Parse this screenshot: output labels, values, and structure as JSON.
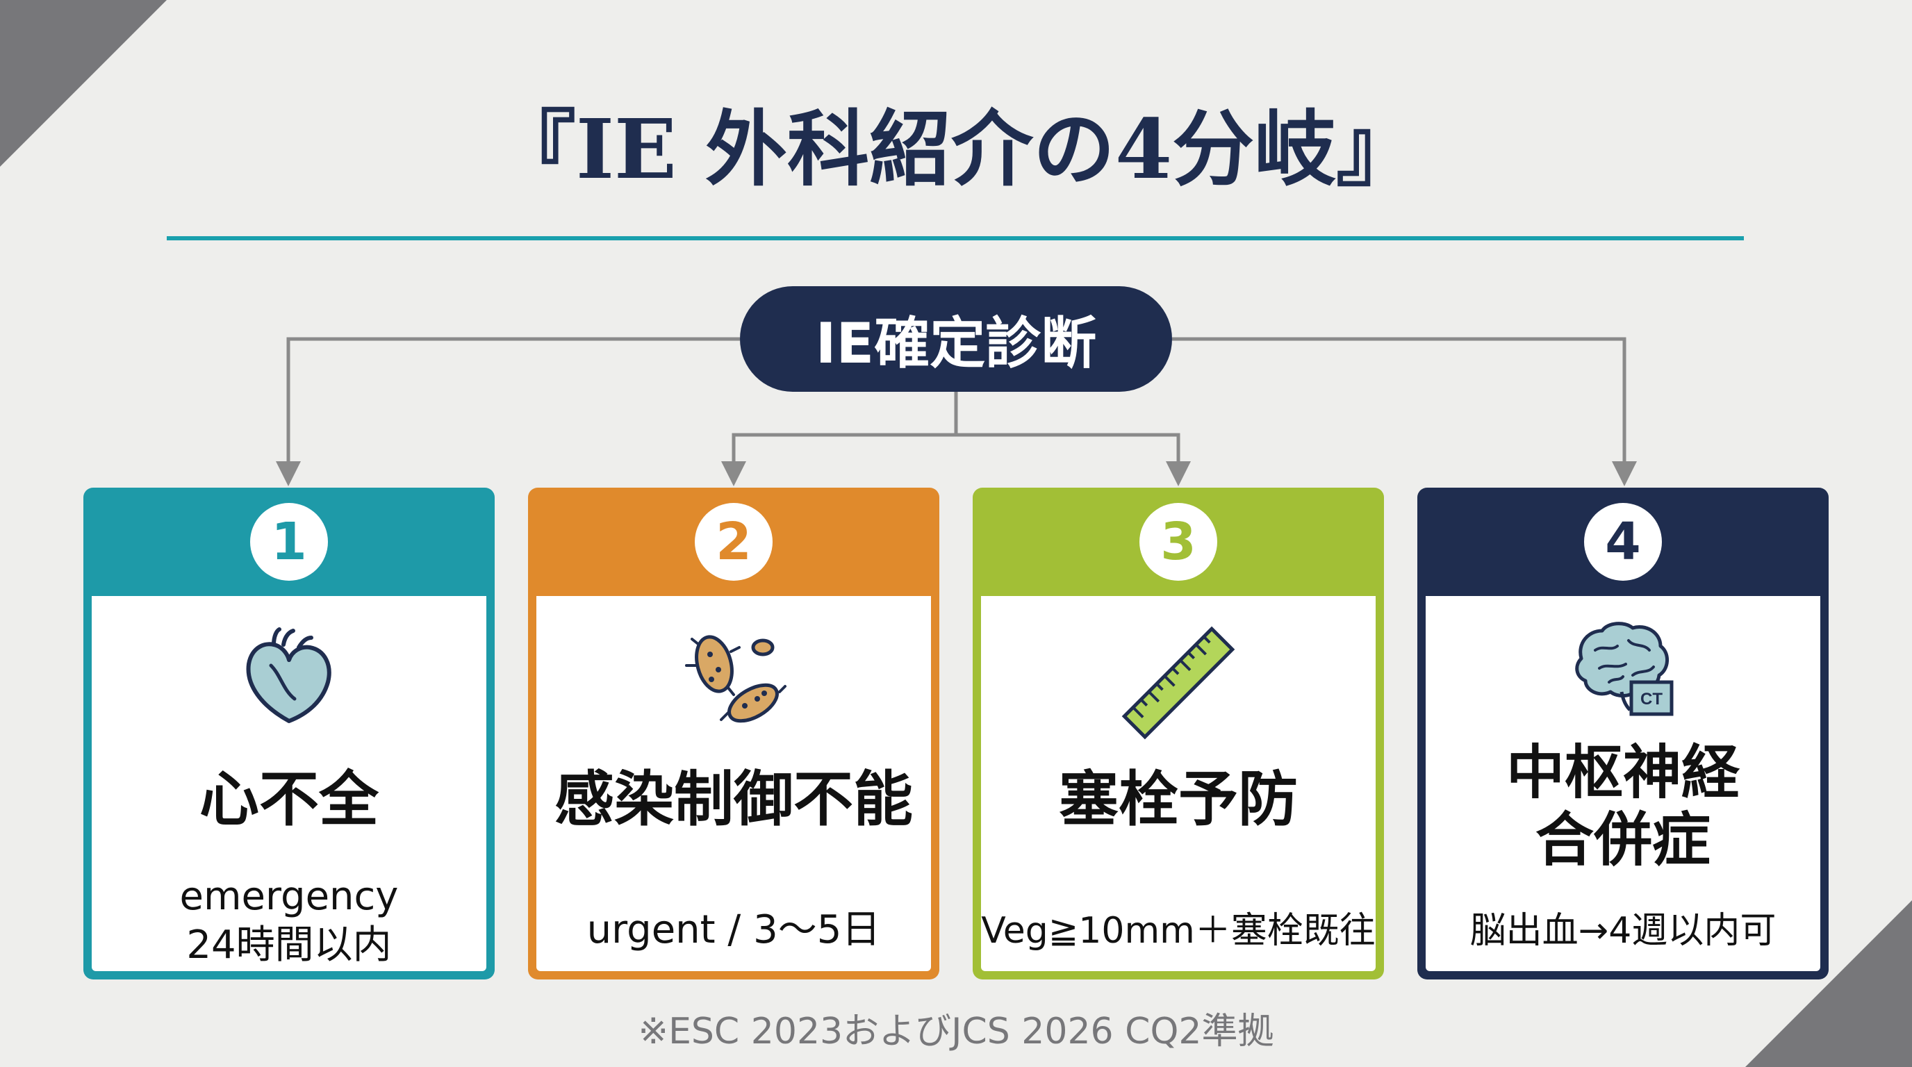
{
  "title": "『IE 外科紹介の4分岐』",
  "root_node": "IE確定診断",
  "colors": {
    "teal": "#1e9aa8",
    "orange": "#e08a2c",
    "green": "#a2bf36",
    "navy": "#1f2d4f",
    "connector": "#8a8a8a"
  },
  "branches": [
    {
      "number": "1",
      "icon": "heart-icon",
      "title": "心不全",
      "note_lines": [
        "emergency",
        "24時間以内"
      ]
    },
    {
      "number": "2",
      "icon": "bacteria-icon",
      "title": "感染制御不能",
      "note": "urgent / 3〜5日"
    },
    {
      "number": "3",
      "icon": "ruler-icon",
      "title": "塞栓予防",
      "note": "Veg≧10mm＋塞栓既往"
    },
    {
      "number": "4",
      "icon": "brain-ct-icon",
      "title_lines": [
        "中枢神経",
        "合併症"
      ],
      "ct_label": "CT",
      "note": "脳出血→4週以内可"
    }
  ],
  "footnote": "※ESC 2023およびJCS 2026 CQ2準拠"
}
